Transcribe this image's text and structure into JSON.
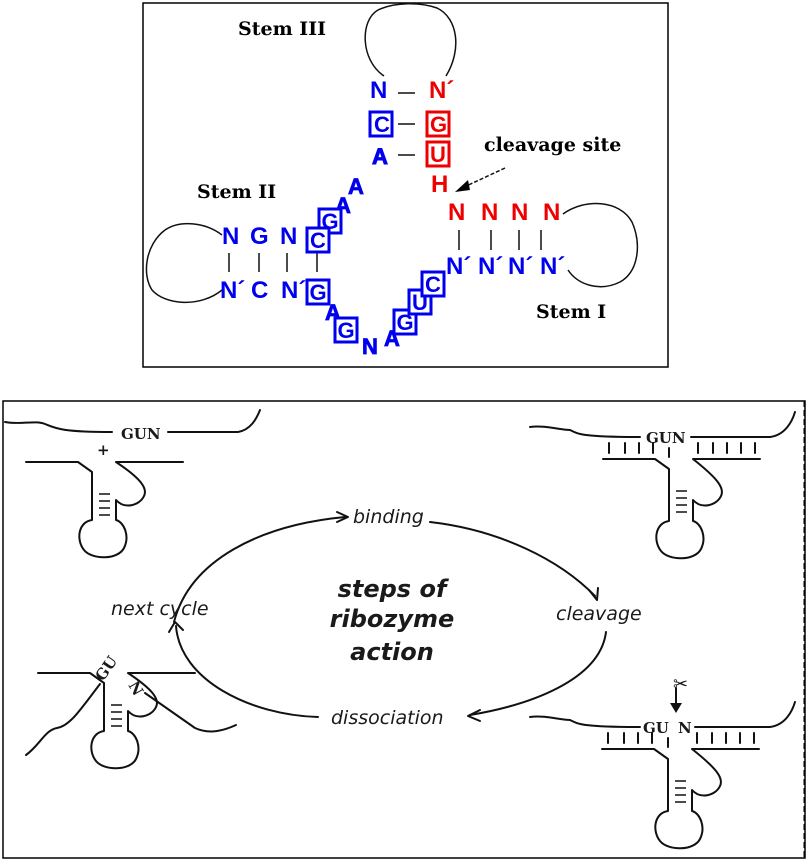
{
  "top_panel": {
    "labels": {
      "stem3": "Stem III",
      "stem2": "Stem II",
      "stem1": "Stem I",
      "cleavage": "cleavage site"
    },
    "colors": {
      "ribozyme": "#0000ee",
      "substrate": "#ee0000",
      "line": "#000000"
    },
    "stem3": {
      "left": [
        "N",
        "C",
        "A"
      ],
      "right": [
        "N´",
        "G",
        "U"
      ]
    },
    "substrate_h": "H",
    "stem1": {
      "top": [
        "N",
        "N",
        "N",
        "N"
      ],
      "bottom": [
        "N´",
        "N´",
        "N´",
        "N´"
      ]
    },
    "stem2": {
      "top": [
        "N",
        "G",
        "N"
      ],
      "bottom": [
        "N´",
        "C",
        "N´"
      ]
    },
    "core_upper": [
      "A",
      "A",
      "G",
      "C"
    ],
    "core_lower": [
      "G",
      "A",
      "G",
      "N",
      "A",
      "G",
      "U",
      "C"
    ]
  },
  "bottom_panel": {
    "center_title": [
      "steps of",
      "ribozyme",
      "action"
    ],
    "steps": {
      "binding": "binding",
      "cleavage": "cleavage",
      "dissociation": "dissociation",
      "next_cycle": "next cycle"
    },
    "substrate_seq": "GUN",
    "plus": "+",
    "cleaved_left": "GU",
    "cleaved_right": "N",
    "cut_left": "GU",
    "cut_right": "N",
    "scissors": "✂"
  }
}
